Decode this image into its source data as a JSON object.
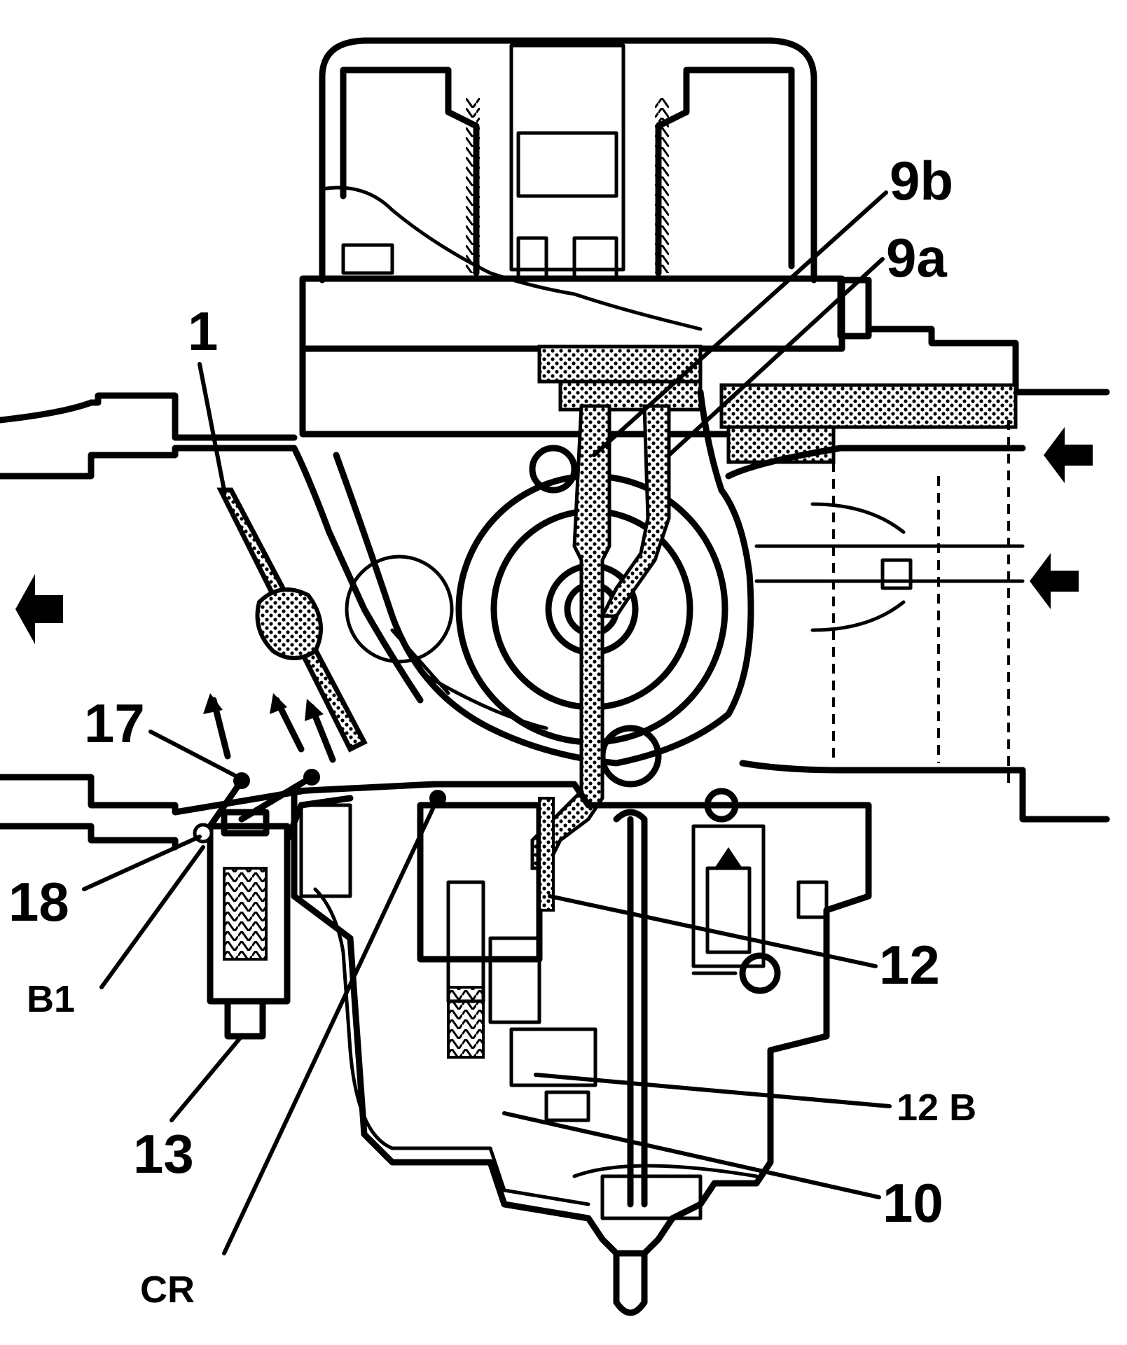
{
  "labels": {
    "l_9b": "9b",
    "l_9a": "9a",
    "l_1": "1",
    "l_17": "17",
    "l_18": "18",
    "l_b1": "B1",
    "l_13": "13",
    "l_cr": "CR",
    "l_12": "12",
    "l_12b": "12 B",
    "l_10": "10"
  },
  "colors": {
    "line": "#000000",
    "background": "#ffffff"
  }
}
